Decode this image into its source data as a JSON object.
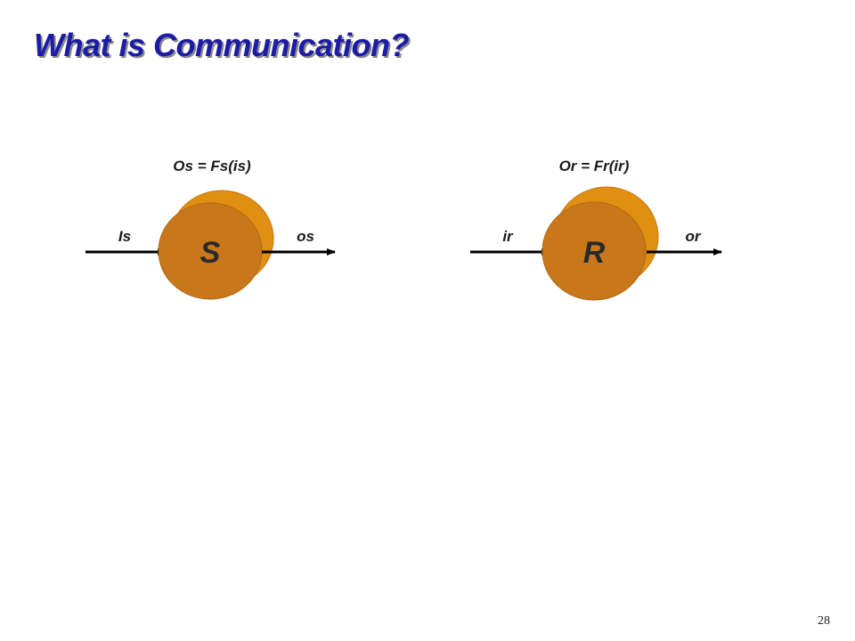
{
  "title": "What is Communication?",
  "page_number": "28",
  "colors": {
    "title": "#1c1ca6",
    "disc_front": "#c8781a",
    "disc_back": "#e08f10",
    "disc_letter": "#2a2a2a",
    "label_text": "#1a1a1a",
    "arrow": "#000000"
  },
  "diagram": {
    "sender": {
      "symbol": "S",
      "equation": "Os = Fs(is)",
      "input_label": "Is",
      "output_label": "os"
    },
    "receiver": {
      "symbol": "R",
      "equation": "Or = Fr(ir)",
      "input_label": "ir",
      "output_label": "or"
    }
  }
}
